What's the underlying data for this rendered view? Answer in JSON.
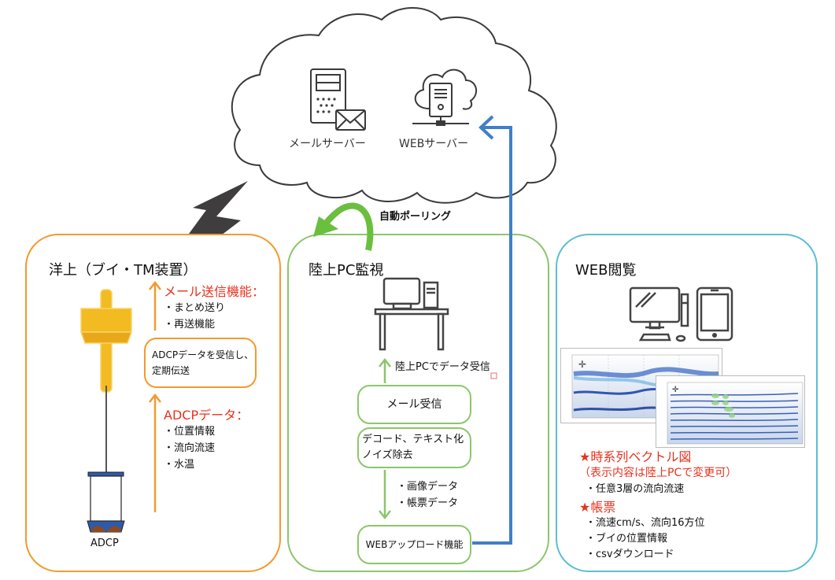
{
  "cloud": {
    "mail_server_label": "メールサーバー",
    "web_server_label": "WEBサーバー"
  },
  "polling_label": "自動ポーリング",
  "ocean_panel": {
    "title": "洋上（ブイ・TM装置）",
    "mail_function": {
      "heading": "メール送信機能：",
      "items": [
        "・まとめ送り",
        "・再送機能"
      ]
    },
    "receive_box_lines": [
      "ADCPデータを受信し、",
      "定期伝送"
    ],
    "adcp_data": {
      "heading": "ADCPデータ：",
      "items": [
        "・位置情報",
        "・流向流速",
        "・水温"
      ]
    },
    "adcp_label": "ADCP"
  },
  "land_panel": {
    "title": "陸上PC監視",
    "receive_label": "陸上PCでデータ受信",
    "mail_receive_box": "メール受信",
    "decode_box_lines": [
      "デコード、テキスト化",
      "ノイズ除去"
    ],
    "data_items": [
      "・画像データ",
      "・帳票データ"
    ],
    "upload_box": "WEBアップロード機能"
  },
  "web_panel": {
    "title": "WEB閲覧",
    "vector_chart": {
      "heading": "★時系列ベクトル図",
      "subheading": "（表示内容は陸上PCで変更可）",
      "items": [
        "・任意3層の流向流速"
      ]
    },
    "report": {
      "heading": "★帳票",
      "items": [
        "・流速cm/s、流向16方位",
        "・ブイの位置情報",
        "・csvダウンロード"
      ]
    }
  },
  "colors": {
    "ocean": "#f29a2e",
    "land": "#8cc66b",
    "web": "#5bbfcf",
    "upload_line": "#3f7fc8",
    "polling_arrow": "#6abf3f",
    "emphasis": "#e8321e",
    "buoy": "#f3bb22",
    "icon": "#444444"
  }
}
